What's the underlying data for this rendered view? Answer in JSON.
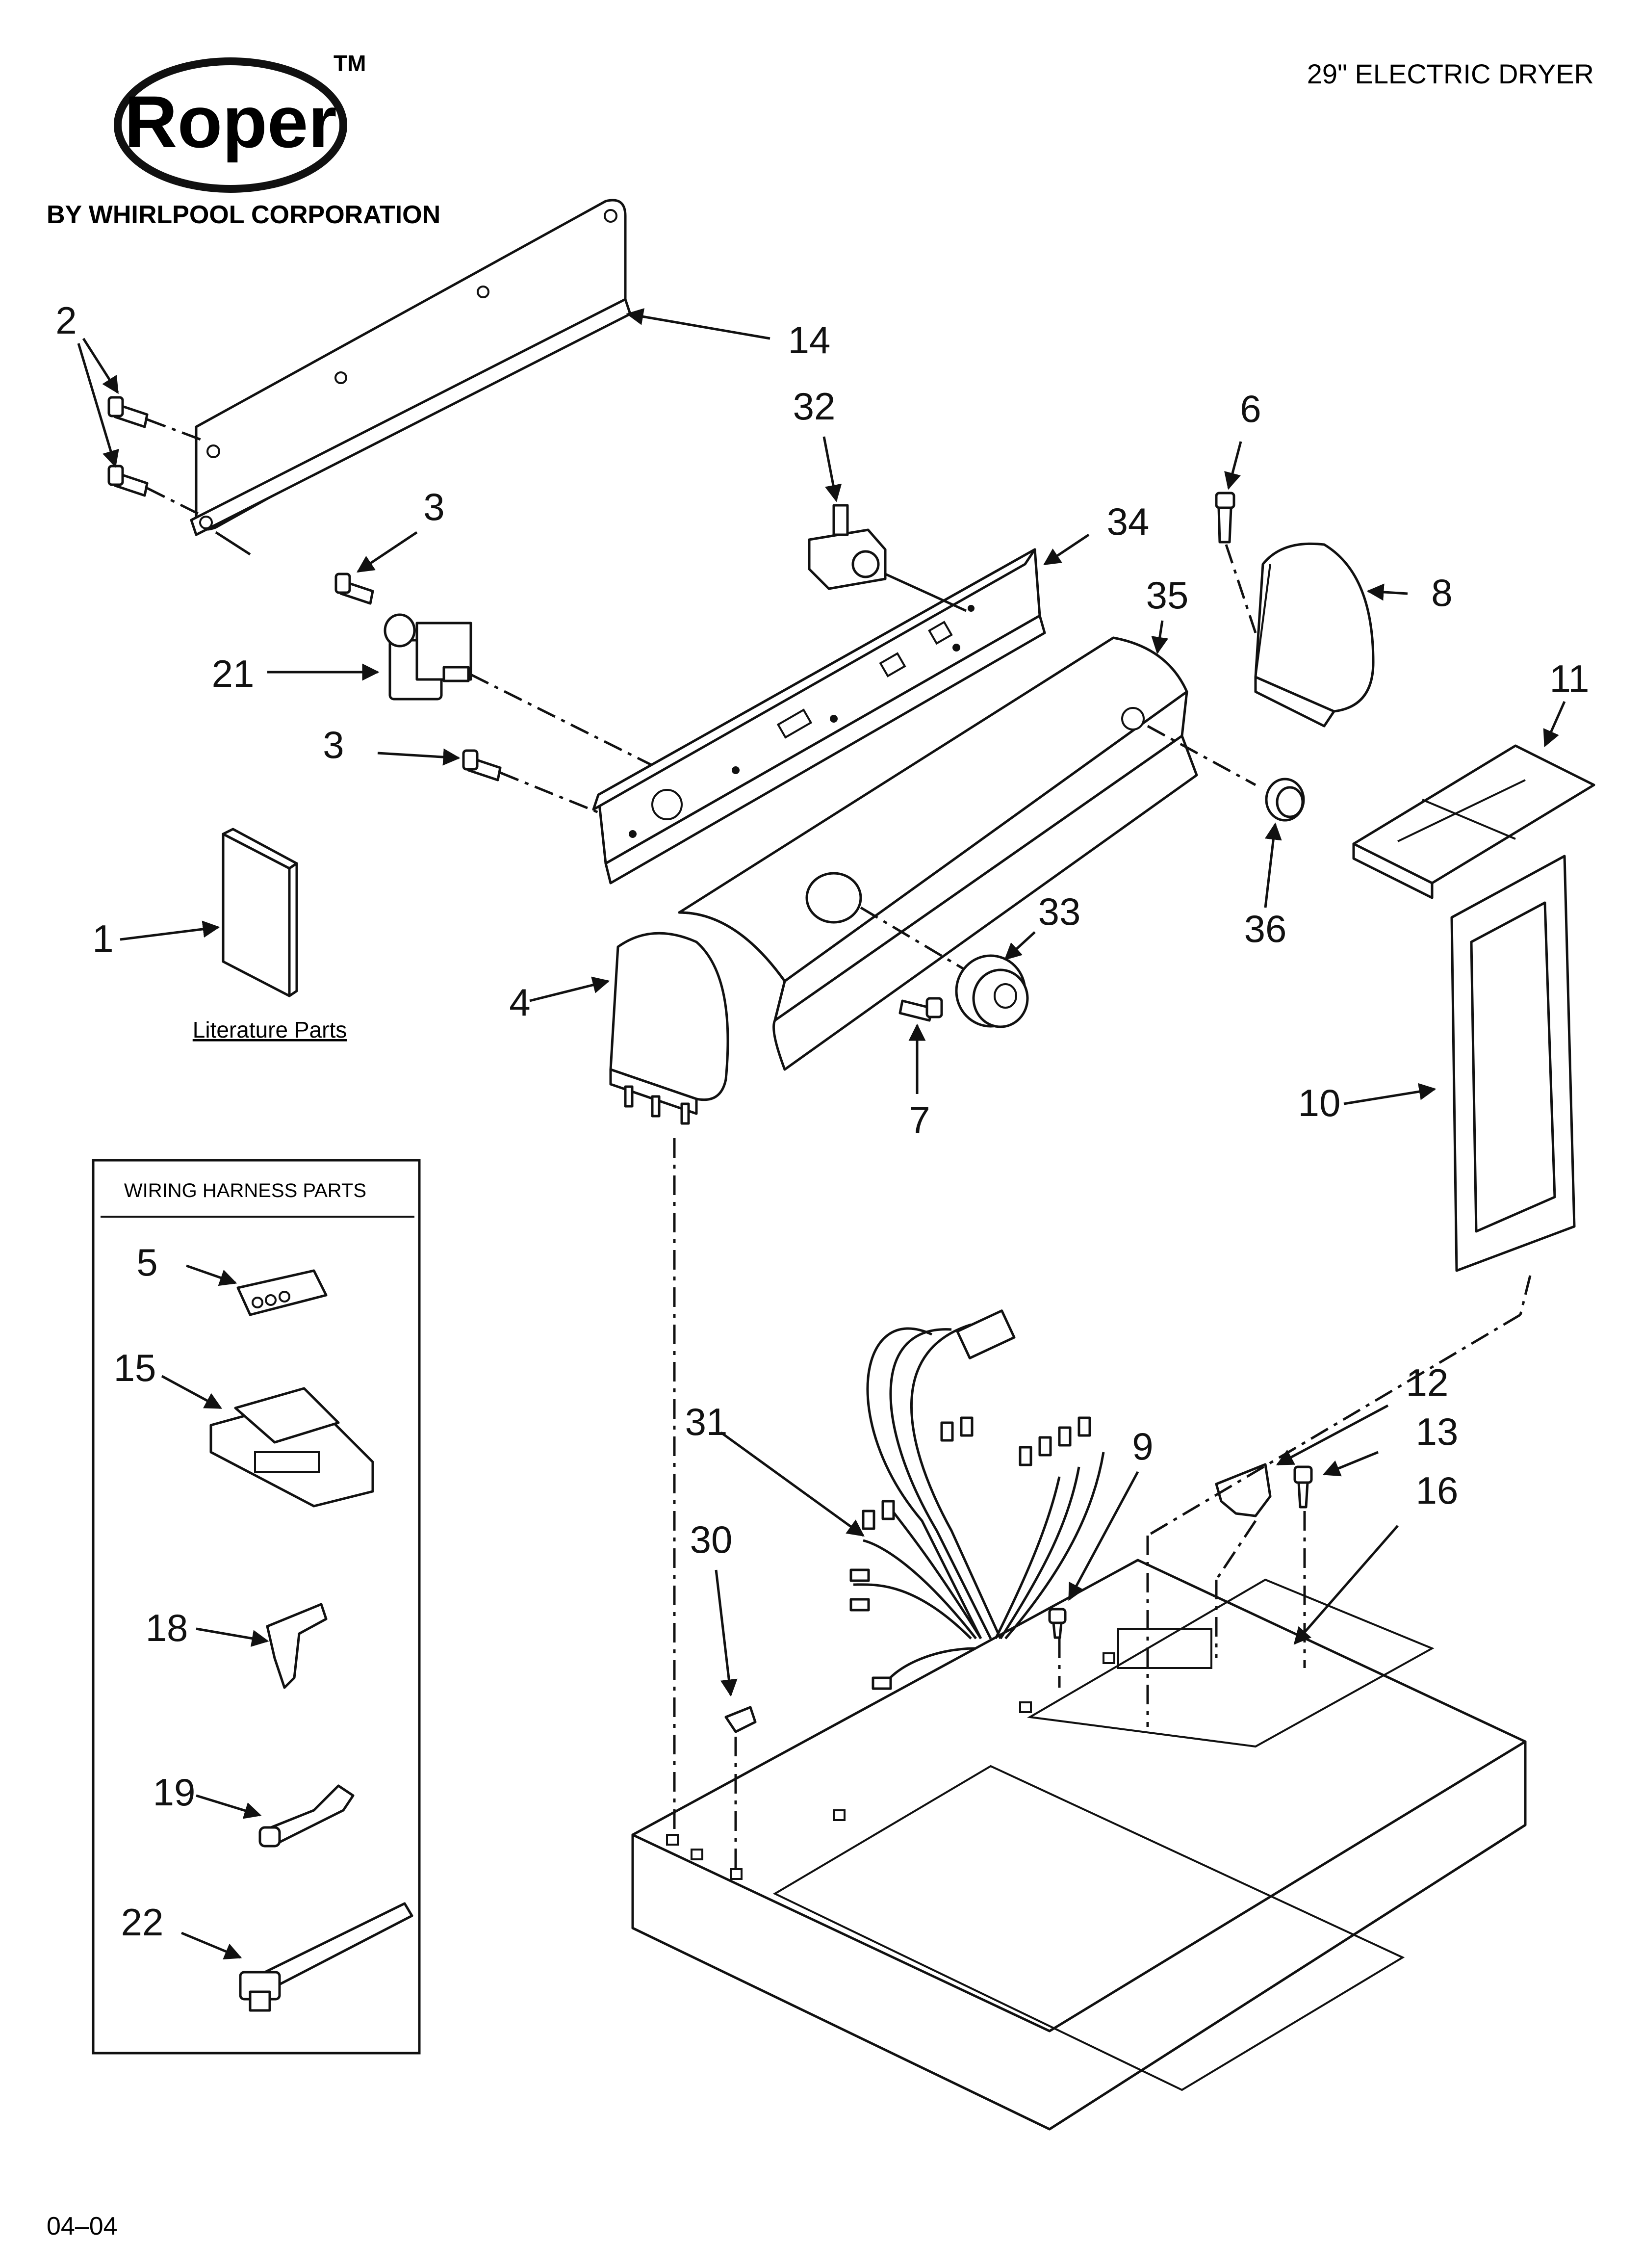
{
  "header": {
    "brand": "Roper",
    "trademark": "TM",
    "corporation": "BY WHIRLPOOL CORPORATION",
    "product": "29\" ELECTRIC DRYER"
  },
  "literature_label": "Literature Parts",
  "wiring_box_title": "WIRING HARNESS PARTS",
  "footer_code": "04–04",
  "callouts": {
    "c1": "1",
    "c2": "2",
    "c3a": "3",
    "c3b": "3",
    "c4": "4",
    "c5": "5",
    "c6": "6",
    "c7": "7",
    "c8": "8",
    "c9": "9",
    "c10": "10",
    "c11": "11",
    "c12": "12",
    "c13": "13",
    "c14": "14",
    "c15": "15",
    "c16": "16",
    "c18": "18",
    "c19": "19",
    "c21": "21",
    "c22": "22",
    "c30": "30",
    "c31": "31",
    "c32": "32",
    "c33": "33",
    "c34": "34",
    "c35": "35",
    "c36": "36"
  },
  "colors": {
    "ink": "#111111",
    "paper": "#ffffff"
  }
}
